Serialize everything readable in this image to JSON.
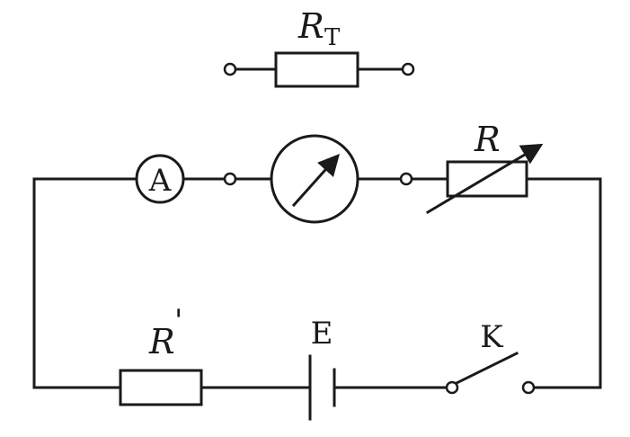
{
  "labels": {
    "thermistor_symbol": "R",
    "thermistor_subscript": "T",
    "rheostat": "R",
    "fixed_resistor": "R",
    "fixed_resistor_prime": "'",
    "battery": "E",
    "switch": "K",
    "ammeter": "A"
  }
}
